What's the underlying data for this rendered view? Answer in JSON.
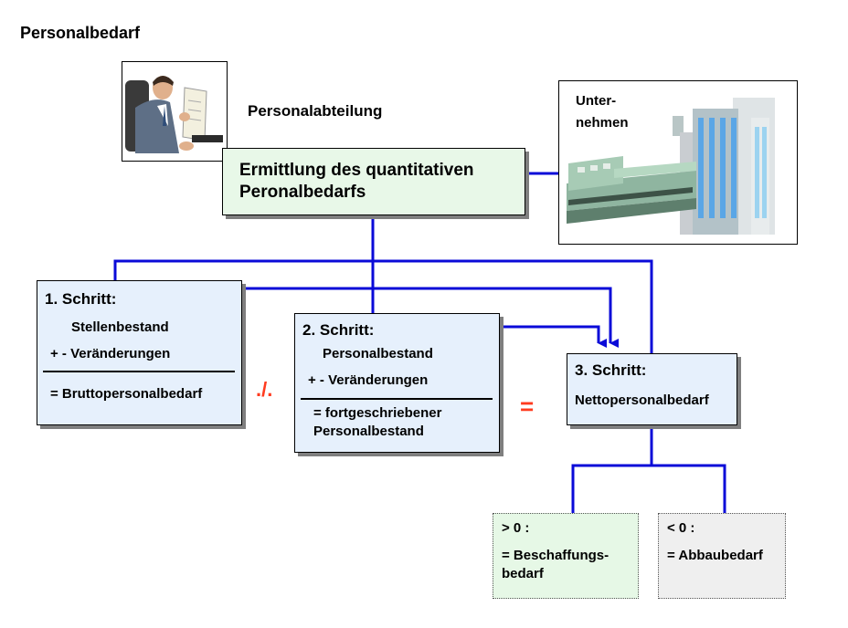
{
  "title": "Personalbedarf",
  "department": "Personalabteilung",
  "main": {
    "line1": "Ermittlung des quantitativen",
    "line2": "Peronalbedarfs"
  },
  "company": {
    "line1": "Unter-",
    "line2": "nehmen"
  },
  "step1": {
    "heading": "1. Schritt:",
    "line1": "Stellenbestand",
    "line2": "+ - Veränderungen",
    "result": "= Bruttopersonalbedarf"
  },
  "operator_minus": "./.",
  "step2": {
    "heading": "2. Schritt:",
    "line1": "Personalbestand",
    "line2": "+ - Veränderungen",
    "result1": "= fortgeschriebener",
    "result2": "Personalbestand"
  },
  "operator_equals": "=",
  "step3": {
    "heading": "3. Schritt:",
    "line1": "Nettopersonalbedarf"
  },
  "positive": {
    "cond": "> 0 :",
    "line1": "= Beschaffungs-",
    "line2": "bedarf"
  },
  "negative": {
    "cond": "< 0 :",
    "line1": "= Abbaubedarf"
  },
  "colors": {
    "connector": "#0a0ad8",
    "operator": "#ff3b1f",
    "main_fill": "#e8f8e8",
    "step_fill": "#e6f0fc"
  }
}
